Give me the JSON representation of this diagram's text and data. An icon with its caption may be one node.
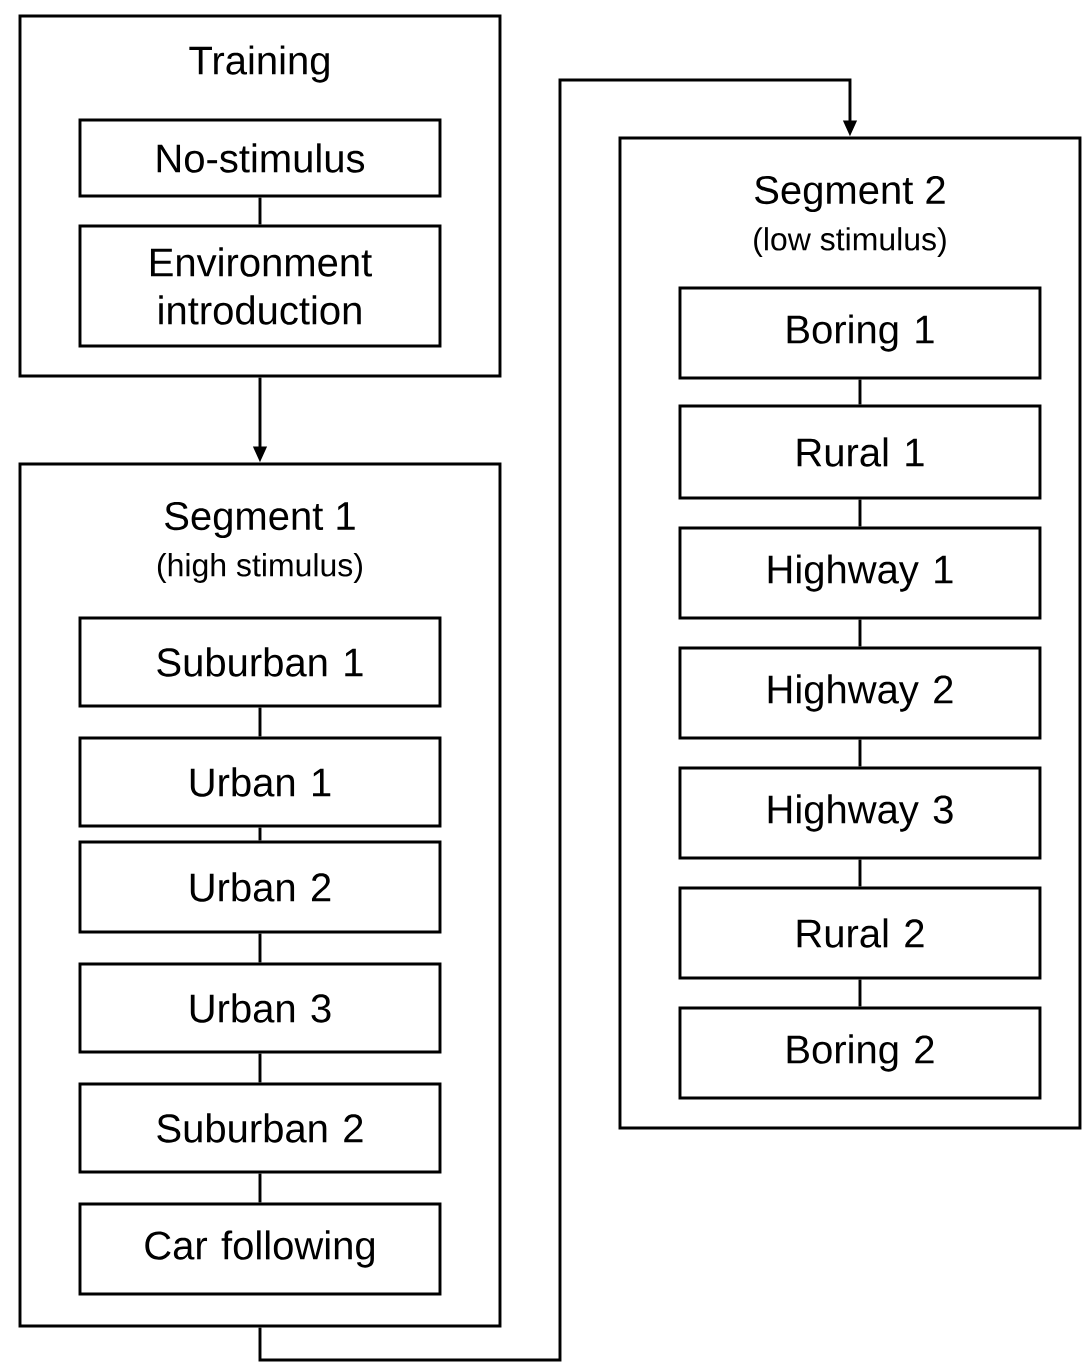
{
  "diagram": {
    "nodes": [
      {
        "text": [
          "Training"
        ]
      },
      {
        "text": [
          "No-stimulus"
        ],
        "in": 0
      },
      {
        "text": [
          "Environment introduction"
        ],
        "in": 0
      },
      {
        "text": [
          "Segment 1",
          "(high stimulus)"
        ]
      },
      {
        "text": [
          "Suburban 1"
        ],
        "in": 3
      },
      {
        "text": [
          "Urban 1"
        ],
        "in": 3
      },
      {
        "text": [
          "Urban 2"
        ],
        "in": 3
      },
      {
        "text": [
          "Urban 3"
        ],
        "in": 3
      },
      {
        "text": [
          "Suburban 2"
        ],
        "in": 3
      },
      {
        "text": [
          "Car following"
        ],
        "in": 3
      },
      {
        "text": [
          "Segment 2",
          "(low stimulus)"
        ]
      },
      {
        "text": [
          "Boring 1"
        ],
        "in": 10
      },
      {
        "text": [
          "Rural 1"
        ],
        "in": 10
      },
      {
        "text": [
          "Highway 1"
        ],
        "in": 10
      },
      {
        "text": [
          "Highway 2"
        ],
        "in": 10
      },
      {
        "text": [
          "Highway 3"
        ],
        "in": 10
      },
      {
        "text": [
          "Rural 2"
        ],
        "in": 10
      },
      {
        "text": [
          "Boring 2"
        ],
        "in": 10
      }
    ],
    "edges": [
      {
        "from": 1,
        "to": 2,
        "arrow": "none"
      },
      {
        "from": 0,
        "to": 3,
        "arrow": "to"
      },
      {
        "from": 4,
        "to": 5,
        "arrow": "none"
      },
      {
        "from": 5,
        "to": 6,
        "arrow": "none"
      },
      {
        "from": 6,
        "to": 7,
        "arrow": "none"
      },
      {
        "from": 7,
        "to": 8,
        "arrow": "none"
      },
      {
        "from": 8,
        "to": 9,
        "arrow": "none"
      },
      {
        "from": 3,
        "to": 10,
        "arrow": "to"
      },
      {
        "from": 11,
        "to": 12,
        "arrow": "none"
      },
      {
        "from": 12,
        "to": 13,
        "arrow": "none"
      },
      {
        "from": 13,
        "to": 14,
        "arrow": "none"
      },
      {
        "from": 14,
        "to": 15,
        "arrow": "none"
      },
      {
        "from": 15,
        "to": 16,
        "arrow": "none"
      },
      {
        "from": 16,
        "to": 17,
        "arrow": "none"
      }
    ]
  }
}
